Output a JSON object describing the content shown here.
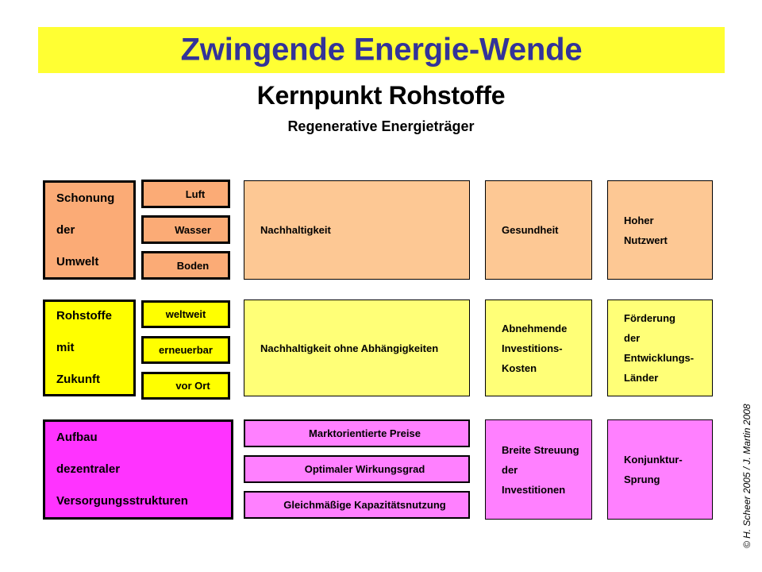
{
  "header": {
    "banner_title": "Zwingende Energie-Wende",
    "subtitle_main": "Kernpunkt Rohstoffe",
    "subtitle_sub": "Regenerative Energieträger",
    "banner_bg": "#ffff33",
    "banner_text_color": "#333399"
  },
  "rows": [
    {
      "id": "row-environment",
      "accent": "#fbab76",
      "accent_light": "#fdc894",
      "driver": {
        "lines": [
          "Schonung",
          "der",
          "Umwelt"
        ]
      },
      "tags": [
        {
          "label": "Luft"
        },
        {
          "label": "Wasser"
        },
        {
          "label": "Boden"
        }
      ],
      "wide": {
        "lines": [
          "Nachhaltigkeit"
        ]
      },
      "col3": {
        "lines": [
          "Gesundheit"
        ]
      },
      "col4": {
        "lines": [
          "Hoher",
          "Nutzwert"
        ]
      }
    },
    {
      "id": "row-resources",
      "accent": "#ffff00",
      "accent_light": "#ffff77",
      "driver": {
        "lines": [
          "Rohstoffe",
          "mit",
          "Zukunft"
        ]
      },
      "tags": [
        {
          "label": "weltweit"
        },
        {
          "label": "erneuerbar"
        },
        {
          "label": "vor Ort"
        }
      ],
      "wide": {
        "lines": [
          "Nachhaltigkeit ohne Abhängigkeiten"
        ]
      },
      "col3": {
        "lines": [
          "Abnehmende",
          "Investitions-",
          "Kosten"
        ]
      },
      "col4": {
        "lines": [
          "Förderung",
          "der",
          "Entwicklungs-",
          "Länder"
        ]
      }
    },
    {
      "id": "row-structures",
      "accent": "#ff33ff",
      "accent_light": "#ff80ff",
      "driver": {
        "lines": [
          "Aufbau",
          "dezentraler",
          "Versorgungsstrukturen"
        ]
      },
      "bars": [
        {
          "label": "Marktorientierte Preise"
        },
        {
          "label": "Optimaler Wirkungsgrad"
        },
        {
          "label": "Gleichmäßige Kapazitätsnutzung"
        }
      ],
      "col3": {
        "lines": [
          "Breite Streuung",
          "der",
          "Investitionen"
        ]
      },
      "col4": {
        "lines": [
          "Konjunktur-",
          "Sprung"
        ]
      }
    }
  ],
  "footer": {
    "copyright": "© H. Scheer 2005 / J. Martin 2008"
  }
}
